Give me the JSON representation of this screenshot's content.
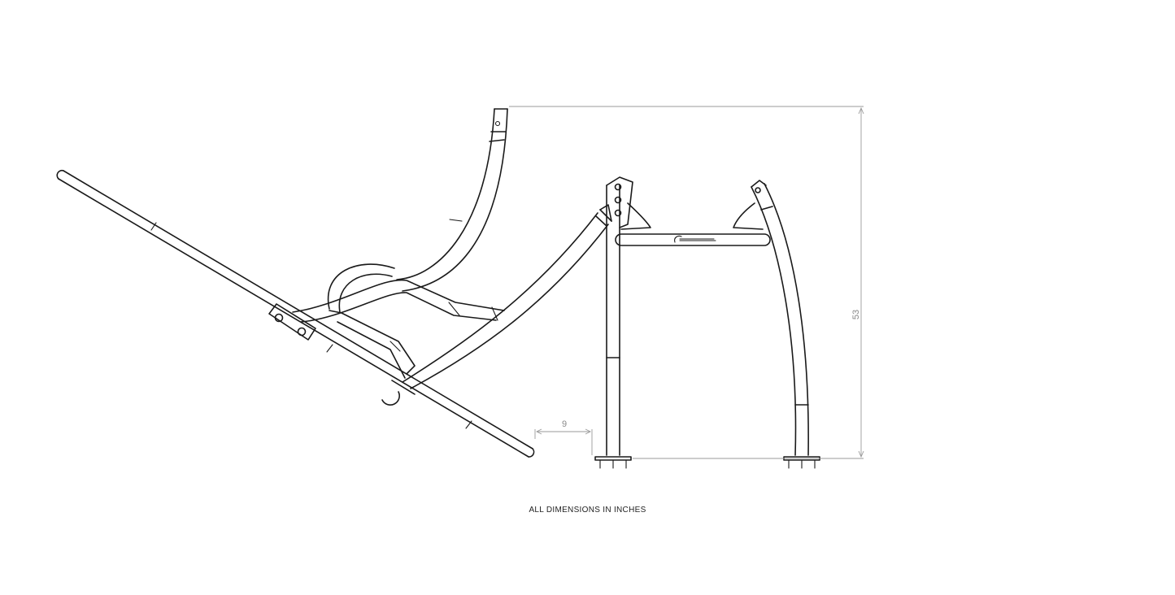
{
  "dimensions": {
    "offset_value": "9",
    "height_value": "53"
  },
  "note": "ALL DIMENSIONS IN INCHES"
}
